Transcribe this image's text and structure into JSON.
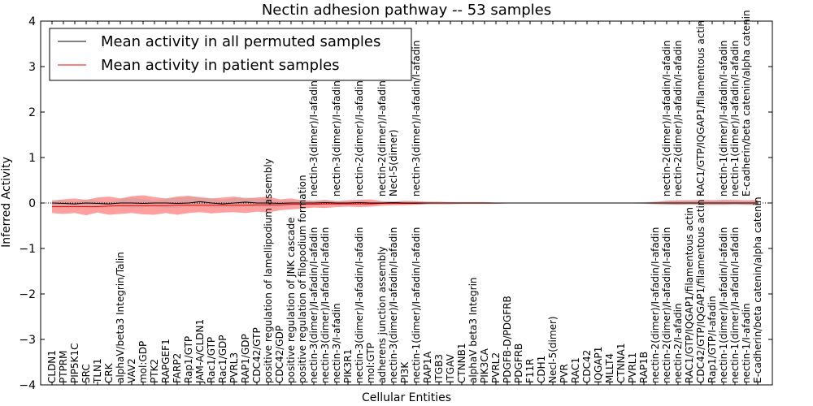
{
  "chart_data": {
    "type": "line",
    "title": "Nectin adhesion pathway -- 53 samples",
    "xlabel": "Cellular Entities",
    "ylabel": "Inferred Activity",
    "ylim": [
      -4,
      4
    ],
    "yticks": [
      -4,
      -3,
      -2,
      -1,
      0,
      1,
      2,
      3,
      4
    ],
    "ytick_labels": [
      "−4",
      "−3",
      "−2",
      "−1",
      "0",
      "1",
      "2",
      "3",
      "4"
    ],
    "grid": false,
    "legend_position": "top-left",
    "categories": [
      "CLDN1",
      "PTPRM",
      "PIP5K1C",
      "SRC",
      "TLN1",
      "CRK",
      "alphaV/beta3 Integrin/Talin",
      "VAV2",
      "mol:GDP",
      "PTK2",
      "RAPGEF1",
      "FARP2",
      "Rap1/GTP",
      "JAM-A/CLDN1",
      "Rac1/GTP",
      "Rac1/GDP",
      "PVRL3",
      "RAP1/GDP",
      "CDC42/GTP",
      "positive regulation of lamellipodium assembly",
      "CDC42/GDP",
      "positive regulation of JNK cascade",
      "positive regulation of filopodium formation",
      "nectin-3(dimer)/I-afadin/I-afadin",
      "nectin-3(dimer)/I-afadin/I-afadin",
      "nectin-3/I-afadin",
      "PIK3R1",
      "nectin-3(dimer)/I-afadin/I-afadin",
      "mol:GTP",
      "adherens junction assembly",
      "nectin-3(dimer)/I-afadin/I-afadin",
      "PI3K",
      "nectin-1(dimer)/I-afadin/I-afadin",
      "RAP1A",
      "ITGB3",
      "ITGAV",
      "CTNNB1",
      "alphaV beta3 Integrin",
      "PIK3CA",
      "PVRL2",
      "PDGFB-D/PDGFRB",
      "PDGFRB",
      "F11R",
      "CDH1",
      "Necl-5(dimer)",
      "PVR",
      "RAC1",
      "CDC42",
      "IQGAP1",
      "MLLT4",
      "CTNNA1",
      "PVRL1",
      "RAP1B",
      "nectin-2(dimer)/I-afadin/I-afadin",
      "nectin-2(dimer)/I-afadin/I-afadin",
      "nectin-2/I-afadin",
      "RAC1/GTP/IQGAP1/filamentous actin",
      "CDC42/GTP/IQGAP1/filamentous actin",
      "Rap1/GTP/I-afadin",
      "nectin-1(dimer)/I-afadin/I-afadin",
      "nectin-1(dimer)/I-afadin/I-afadin",
      "nectin-1/I-afadin",
      "E-cadherin/beta catenin/alpha catenin"
    ],
    "upper_labels": [
      {
        "index": 23,
        "text": "nectin-3(dimer)/I-afadin/I-afadin"
      },
      {
        "index": 25,
        "text": "nectin-3(dimer)/I-afadin/I-afadin"
      },
      {
        "index": 27,
        "text": "nectin-2(dimer)/I-afadin/I-afadin"
      },
      {
        "index": 29,
        "text": "nectin-2(dimer)/I-afadin/I-afadin"
      },
      {
        "index": 30,
        "text": "Necl-5(dimer)"
      },
      {
        "index": 32,
        "text": "nectin-3(dimer)/I-afadin/I-afadin"
      },
      {
        "index": 54,
        "text": "nectin-2(dimer)/I-afadin/I-afadin"
      },
      {
        "index": 55,
        "text": "nectin-2(dimer)/I-afadin/I-afadin"
      },
      {
        "index": 57,
        "text": "RAC1/GTP/IQGAP1/filamentous actin"
      },
      {
        "index": 59,
        "text": "nectin-1(dimer)/I-afadin/I-afadin"
      },
      {
        "index": 60,
        "text": "nectin-1(dimer)/I-afadin/I-afadin"
      },
      {
        "index": 61,
        "text": "E-cadherin/beta catenin/alpha catenin"
      }
    ],
    "series": [
      {
        "name": "Mean activity in all permuted samples",
        "color": "#000000",
        "values": [
          0.0,
          -0.01,
          -0.02,
          0.0,
          -0.01,
          -0.02,
          0.0,
          0.0,
          -0.01,
          0.0,
          0.0,
          -0.01,
          0.0,
          0.03,
          0.0,
          -0.02,
          0.0,
          0.02,
          0.0,
          0.0,
          -0.01,
          0.0,
          0.0,
          0.0,
          0.01,
          0.0,
          0.0,
          0.01,
          0.0,
          0.0,
          0.01,
          0.0,
          0.0,
          0.0,
          0.0,
          0.0,
          0.0,
          0.0,
          0.0,
          0.0,
          0.0,
          0.0,
          0.0,
          0.0,
          0.0,
          0.0,
          0.0,
          0.0,
          0.0,
          0.0,
          0.0,
          0.0,
          0.0,
          0.0,
          0.0,
          0.0,
          0.0,
          0.0,
          0.0,
          0.0,
          0.0,
          0.0,
          0.0
        ],
        "band_upper": [
          0.08,
          0.06,
          0.03,
          0.09,
          0.05,
          0.02,
          0.08,
          0.12,
          0.09,
          0.05,
          0.09,
          0.12,
          0.13,
          0.15,
          0.11,
          0.06,
          0.11,
          0.13,
          0.1,
          0.1,
          0.04,
          0.05,
          0.03,
          0.04,
          0.06,
          0.05,
          0.03,
          0.06,
          0.03,
          0.02,
          0.04,
          0.02,
          0.03,
          0.02,
          0.01,
          0.01,
          0.01,
          0.01,
          0.01,
          0.01,
          0.01,
          0.01,
          0.01,
          0.01,
          0.01,
          0.01,
          0.01,
          0.01,
          0.01,
          0.01,
          0.01,
          0.01,
          0.02,
          0.04,
          0.05,
          0.04,
          0.06,
          0.05,
          0.06,
          0.06,
          0.05,
          0.05,
          0.05
        ],
        "band_lower": [
          -0.08,
          -0.09,
          -0.07,
          -0.09,
          -0.1,
          -0.06,
          -0.08,
          -0.1,
          -0.1,
          -0.06,
          -0.1,
          -0.11,
          -0.08,
          -0.07,
          -0.1,
          -0.1,
          -0.1,
          -0.07,
          -0.09,
          -0.09,
          -0.06,
          -0.06,
          -0.04,
          -0.04,
          -0.05,
          -0.05,
          -0.04,
          -0.05,
          -0.04,
          -0.03,
          -0.03,
          -0.02,
          -0.03,
          -0.02,
          -0.01,
          -0.01,
          -0.01,
          -0.01,
          -0.01,
          -0.01,
          -0.01,
          -0.01,
          -0.01,
          -0.01,
          -0.01,
          -0.01,
          -0.01,
          -0.01,
          -0.01,
          -0.01,
          -0.01,
          -0.01,
          -0.02,
          -0.04,
          -0.05,
          -0.04,
          -0.05,
          -0.05,
          -0.05,
          -0.05,
          -0.05,
          -0.05,
          -0.05
        ]
      },
      {
        "name": "Mean activity in patient samples",
        "color": "#ff0000",
        "band_color": "#ff8080",
        "values": [
          -0.08,
          -0.08,
          -0.08,
          -0.08,
          -0.08,
          -0.07,
          -0.06,
          -0.06,
          -0.06,
          -0.06,
          -0.06,
          -0.05,
          -0.05,
          -0.05,
          -0.05,
          -0.05,
          -0.05,
          -0.05,
          -0.04,
          -0.04,
          -0.04,
          -0.03,
          -0.03,
          -0.03,
          -0.02,
          -0.02,
          -0.02,
          -0.02,
          -0.02,
          -0.01,
          -0.01,
          -0.01,
          -0.01,
          0.0,
          0.0,
          0.0,
          0.0,
          0.0,
          0.0,
          0.0,
          0.0,
          0.0,
          0.0,
          0.0,
          0.0,
          0.0,
          0.0,
          0.0,
          0.0,
          0.0,
          0.0,
          0.0,
          0.0,
          0.0,
          0.0,
          0.0,
          0.0,
          0.0,
          0.0,
          0.0,
          0.0,
          0.0,
          0.0
        ],
        "band_upper": [
          0.05,
          0.08,
          0.1,
          0.07,
          0.12,
          0.14,
          0.1,
          0.15,
          0.17,
          0.13,
          0.1,
          0.14,
          0.16,
          0.12,
          0.1,
          0.12,
          0.14,
          0.1,
          0.12,
          0.14,
          0.08,
          0.1,
          0.06,
          0.05,
          0.07,
          0.04,
          0.06,
          0.07,
          0.08,
          0.04,
          0.03,
          0.05,
          0.04,
          0.03,
          0.03,
          0.02,
          0.02,
          0.02,
          0.02,
          0.01,
          0.01,
          0.01,
          0.01,
          0.01,
          0.01,
          0.01,
          0.01,
          0.01,
          0.01,
          0.01,
          0.01,
          0.01,
          0.01,
          0.02,
          0.05,
          0.06,
          0.06,
          0.07,
          0.06,
          0.07,
          0.07,
          0.06,
          0.07
        ],
        "band_lower": [
          -0.22,
          -0.24,
          -0.22,
          -0.27,
          -0.21,
          -0.26,
          -0.24,
          -0.22,
          -0.25,
          -0.26,
          -0.22,
          -0.26,
          -0.22,
          -0.2,
          -0.23,
          -0.21,
          -0.2,
          -0.22,
          -0.19,
          -0.21,
          -0.16,
          -0.14,
          -0.12,
          -0.1,
          -0.11,
          -0.09,
          -0.08,
          -0.09,
          -0.08,
          -0.06,
          -0.05,
          -0.05,
          -0.04,
          -0.03,
          -0.03,
          -0.03,
          -0.02,
          -0.02,
          -0.02,
          -0.02,
          -0.01,
          -0.01,
          -0.01,
          -0.01,
          -0.01,
          -0.01,
          -0.01,
          -0.01,
          -0.01,
          -0.01,
          -0.01,
          -0.01,
          -0.01,
          -0.02,
          -0.03,
          -0.04,
          -0.03,
          -0.04,
          -0.04,
          -0.04,
          -0.03,
          -0.04,
          -0.04
        ]
      }
    ],
    "baseline": {
      "y": 0,
      "color": "#000000",
      "style": "dotted"
    }
  }
}
